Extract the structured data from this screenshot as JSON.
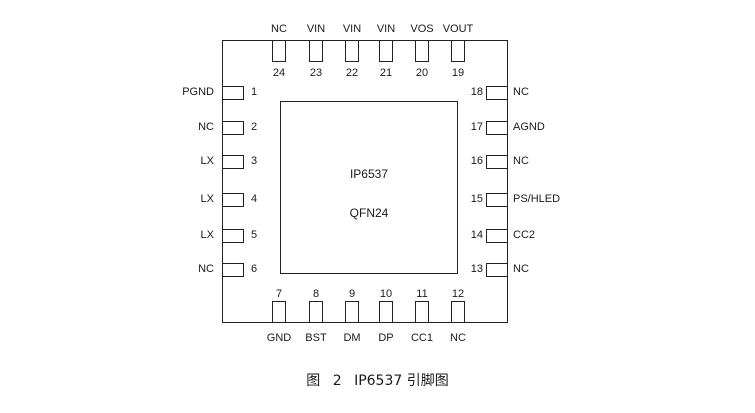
{
  "chip": {
    "name": "IP6537",
    "package": "QFN24"
  },
  "caption": {
    "fig": "图",
    "num": "2",
    "text": "IP6537 引脚图"
  },
  "pins": {
    "left": [
      {
        "num": "1",
        "name": "PGND"
      },
      {
        "num": "2",
        "name": "NC"
      },
      {
        "num": "3",
        "name": "LX"
      },
      {
        "num": "4",
        "name": "LX"
      },
      {
        "num": "5",
        "name": "LX"
      },
      {
        "num": "6",
        "name": "NC"
      }
    ],
    "bottom": [
      {
        "num": "7",
        "name": "GND"
      },
      {
        "num": "8",
        "name": "BST"
      },
      {
        "num": "9",
        "name": "DM"
      },
      {
        "num": "10",
        "name": "DP"
      },
      {
        "num": "11",
        "name": "CC1"
      },
      {
        "num": "12",
        "name": "NC"
      }
    ],
    "right": [
      {
        "num": "13",
        "name": "NC"
      },
      {
        "num": "14",
        "name": "CC2"
      },
      {
        "num": "15",
        "name": "PS/HLED"
      },
      {
        "num": "16",
        "name": "NC"
      },
      {
        "num": "17",
        "name": "AGND"
      },
      {
        "num": "18",
        "name": "NC"
      }
    ],
    "top": [
      {
        "num": "19",
        "name": "VOUT"
      },
      {
        "num": "20",
        "name": "VOS"
      },
      {
        "num": "21",
        "name": "VIN"
      },
      {
        "num": "22",
        "name": "VIN"
      },
      {
        "num": "23",
        "name": "VIN"
      },
      {
        "num": "24",
        "name": "NC"
      }
    ]
  }
}
